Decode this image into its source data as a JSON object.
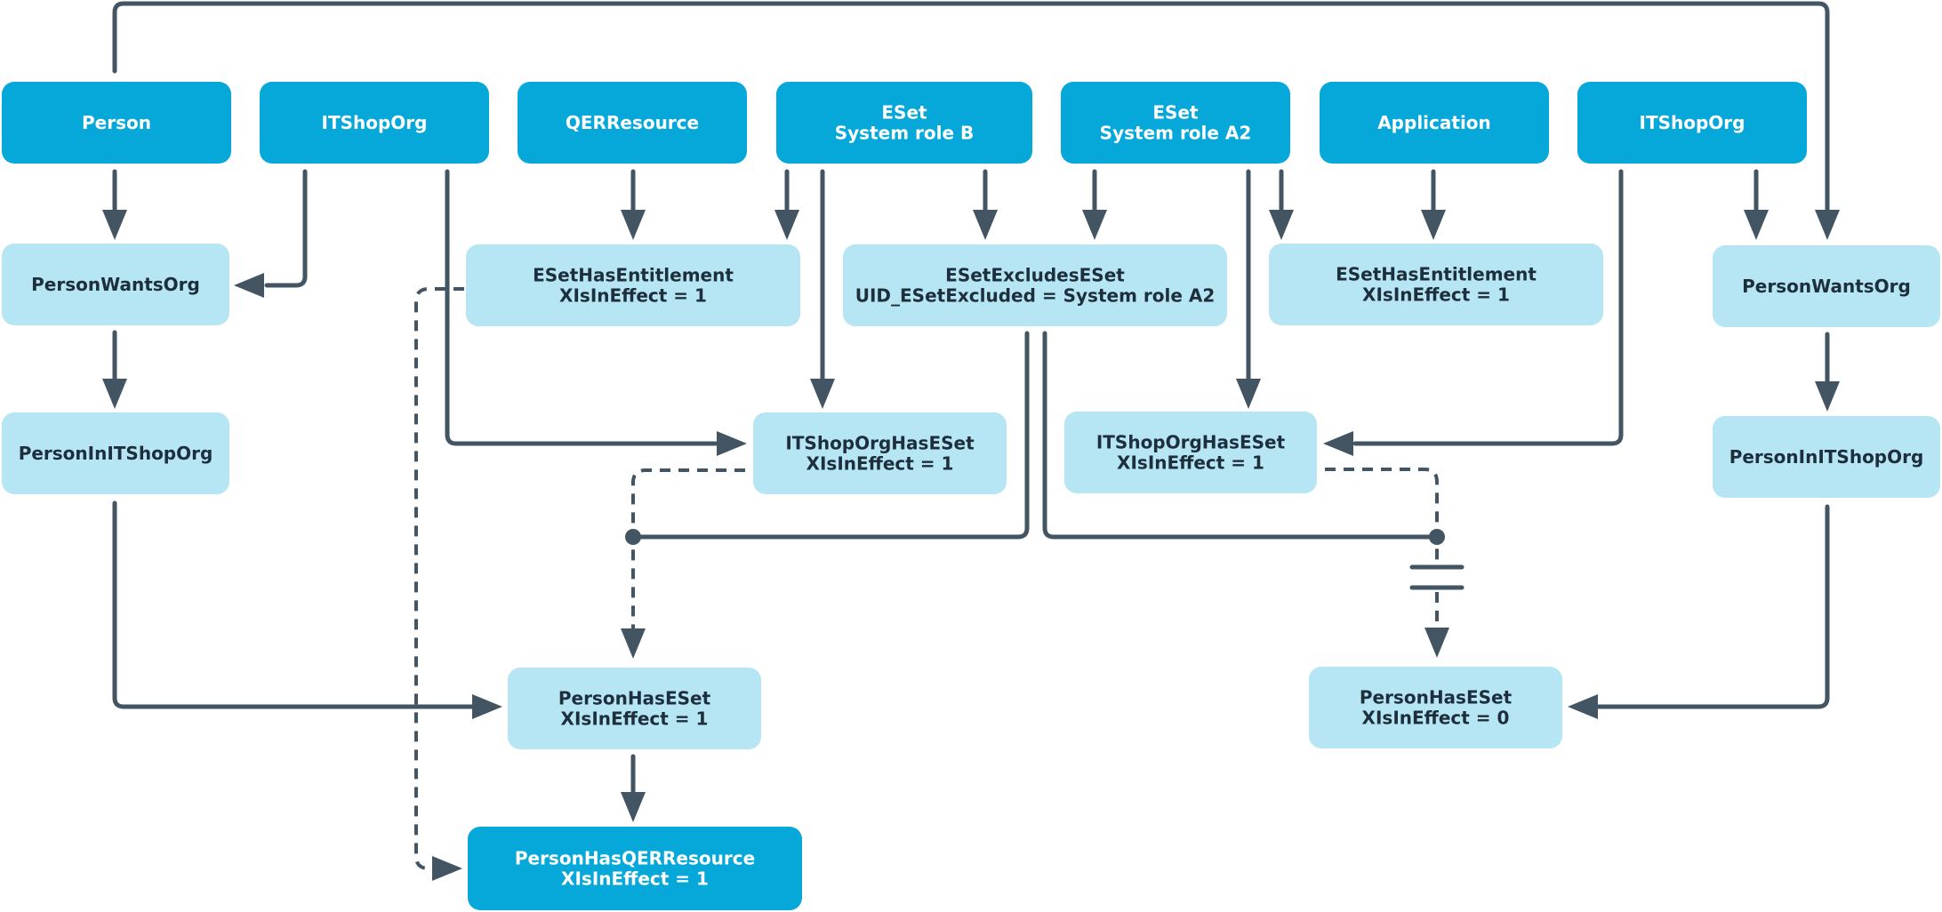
{
  "nodes": {
    "person_top": {
      "lines": [
        "Person"
      ],
      "style": "dark"
    },
    "itshoporg_left": {
      "lines": [
        "ITShopOrg"
      ],
      "style": "dark"
    },
    "qerresource": {
      "lines": [
        "QERResource"
      ],
      "style": "dark"
    },
    "eset_b": {
      "lines": [
        "ESet",
        "System role B"
      ],
      "style": "dark"
    },
    "eset_a2": {
      "lines": [
        "ESet",
        "System role A2"
      ],
      "style": "dark"
    },
    "application": {
      "lines": [
        "Application"
      ],
      "style": "dark"
    },
    "itshoporg_right": {
      "lines": [
        "ITShopOrg"
      ],
      "style": "dark"
    },
    "personwantsorg_left": {
      "lines": [
        "PersonWantsOrg"
      ],
      "style": "light"
    },
    "esethasentitlement_left": {
      "lines": [
        "ESetHasEntitlement",
        "XIsInEffect = 1"
      ],
      "style": "light"
    },
    "esetexcludeseset": {
      "lines": [
        "ESetExcludesESet",
        "UID_ESetExcluded = System role A2"
      ],
      "style": "light"
    },
    "esethasentitlement_right": {
      "lines": [
        "ESetHasEntitlement",
        "XIsInEffect = 1"
      ],
      "style": "light"
    },
    "personwantsorg_right": {
      "lines": [
        "PersonWantsOrg"
      ],
      "style": "light"
    },
    "personinitshoporg_left": {
      "lines": [
        "PersonInITShopOrg"
      ],
      "style": "light"
    },
    "itshoporghaseset_left": {
      "lines": [
        "ITShopOrgHasESet",
        "XIsInEffect = 1"
      ],
      "style": "light"
    },
    "itshoporghaseset_right": {
      "lines": [
        "ITShopOrgHasESet",
        "XIsInEffect = 1"
      ],
      "style": "light"
    },
    "personinitshoporg_right": {
      "lines": [
        "PersonInITShopOrg"
      ],
      "style": "light"
    },
    "personhaseset_left": {
      "lines": [
        "PersonHasESet",
        "XIsInEffect = 1"
      ],
      "style": "light"
    },
    "personhaseset_right": {
      "lines": [
        "PersonHasESet",
        "XIsInEffect = 0"
      ],
      "style": "light"
    },
    "personhasqerresource": {
      "lines": [
        "PersonHasQERResource",
        "XIsInEffect = 1"
      ],
      "style": "dark"
    }
  },
  "colors": {
    "dark_node": "#05a8d9",
    "light_node": "#b6e5f3",
    "edge": "#435563"
  }
}
